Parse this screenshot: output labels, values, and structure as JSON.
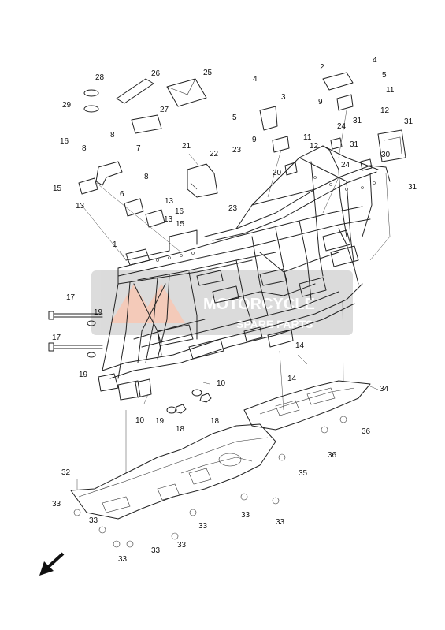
{
  "diagram": {
    "part_labels": [
      "1",
      "2",
      "3",
      "4",
      "4",
      "5",
      "5",
      "6",
      "7",
      "8",
      "8",
      "8",
      "9",
      "9",
      "10",
      "10",
      "11",
      "11",
      "12",
      "12",
      "13",
      "13",
      "13",
      "14",
      "14",
      "15",
      "15",
      "16",
      "16",
      "17",
      "17",
      "18",
      "18",
      "19",
      "19",
      "19",
      "20",
      "21",
      "22",
      "23",
      "23",
      "24",
      "24",
      "25",
      "26",
      "27",
      "28",
      "29",
      "30",
      "31",
      "31",
      "31",
      "31",
      "32",
      "33",
      "33",
      "33",
      "33",
      "33",
      "33",
      "33",
      "33",
      "34",
      "35",
      "36",
      "36"
    ],
    "watermark": {
      "line1": "MOTORCYCLE",
      "line2": "SPARE PARTS"
    },
    "direction_arrow": "front-arrow-icon"
  }
}
